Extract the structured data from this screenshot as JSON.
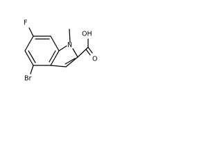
{
  "molecule": {
    "atoms": {
      "fluorine": "F",
      "nitrogen": "N",
      "methyl": "",
      "bromine": "Br",
      "hydroxyl": "OH",
      "carbonyl_oxygen": "O"
    }
  }
}
